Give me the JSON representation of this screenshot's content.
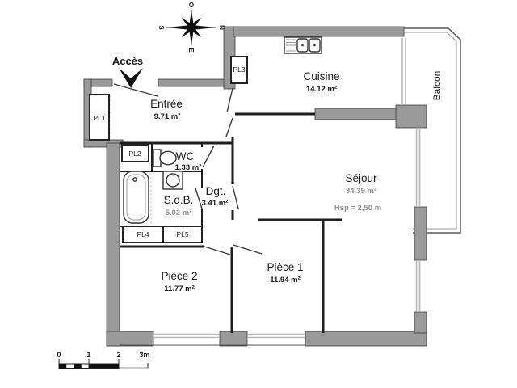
{
  "access_label": "Accès",
  "rooms": {
    "entree": {
      "name": "Entrée",
      "area": "9.71 m²"
    },
    "cuisine": {
      "name": "Cuisine",
      "area": "14.12 m²"
    },
    "balcon": {
      "name": "Balcon"
    },
    "sejour": {
      "name": "Séjour",
      "area": "34.39 m²",
      "ceiling_note": "Hsp = 2,50 m"
    },
    "wc": {
      "name": "WC",
      "area": "1.33 m²"
    },
    "sdb": {
      "name": "S.d.B.",
      "area": "5.02 m²"
    },
    "dgt": {
      "name": "Dgt.",
      "area": "3.41 m²"
    },
    "piece1": {
      "name": "Pièce 1",
      "area": "11.94 m²"
    },
    "piece2": {
      "name": "Pièce 2",
      "area": "11.77 m²"
    }
  },
  "closets": {
    "pl1": "PL1",
    "pl2": "PL2",
    "pl3": "PL3",
    "pl4": "PL4",
    "pl5": "PL5"
  },
  "compass": {
    "top": "O",
    "right": "N",
    "bottom": "E",
    "left": "S"
  },
  "scale_bar": {
    "tick_0": "0",
    "tick_1": "1",
    "tick_2": "2",
    "tick_3": "3m"
  },
  "colors": {
    "wall_fill": "#9a9a9a",
    "wall_edge": "#3d3d3d",
    "interior_wall": "#1e1e1e",
    "window": "#b8b8b8",
    "area_muted": "#8f8f8f",
    "text": "#1a1a1a"
  }
}
